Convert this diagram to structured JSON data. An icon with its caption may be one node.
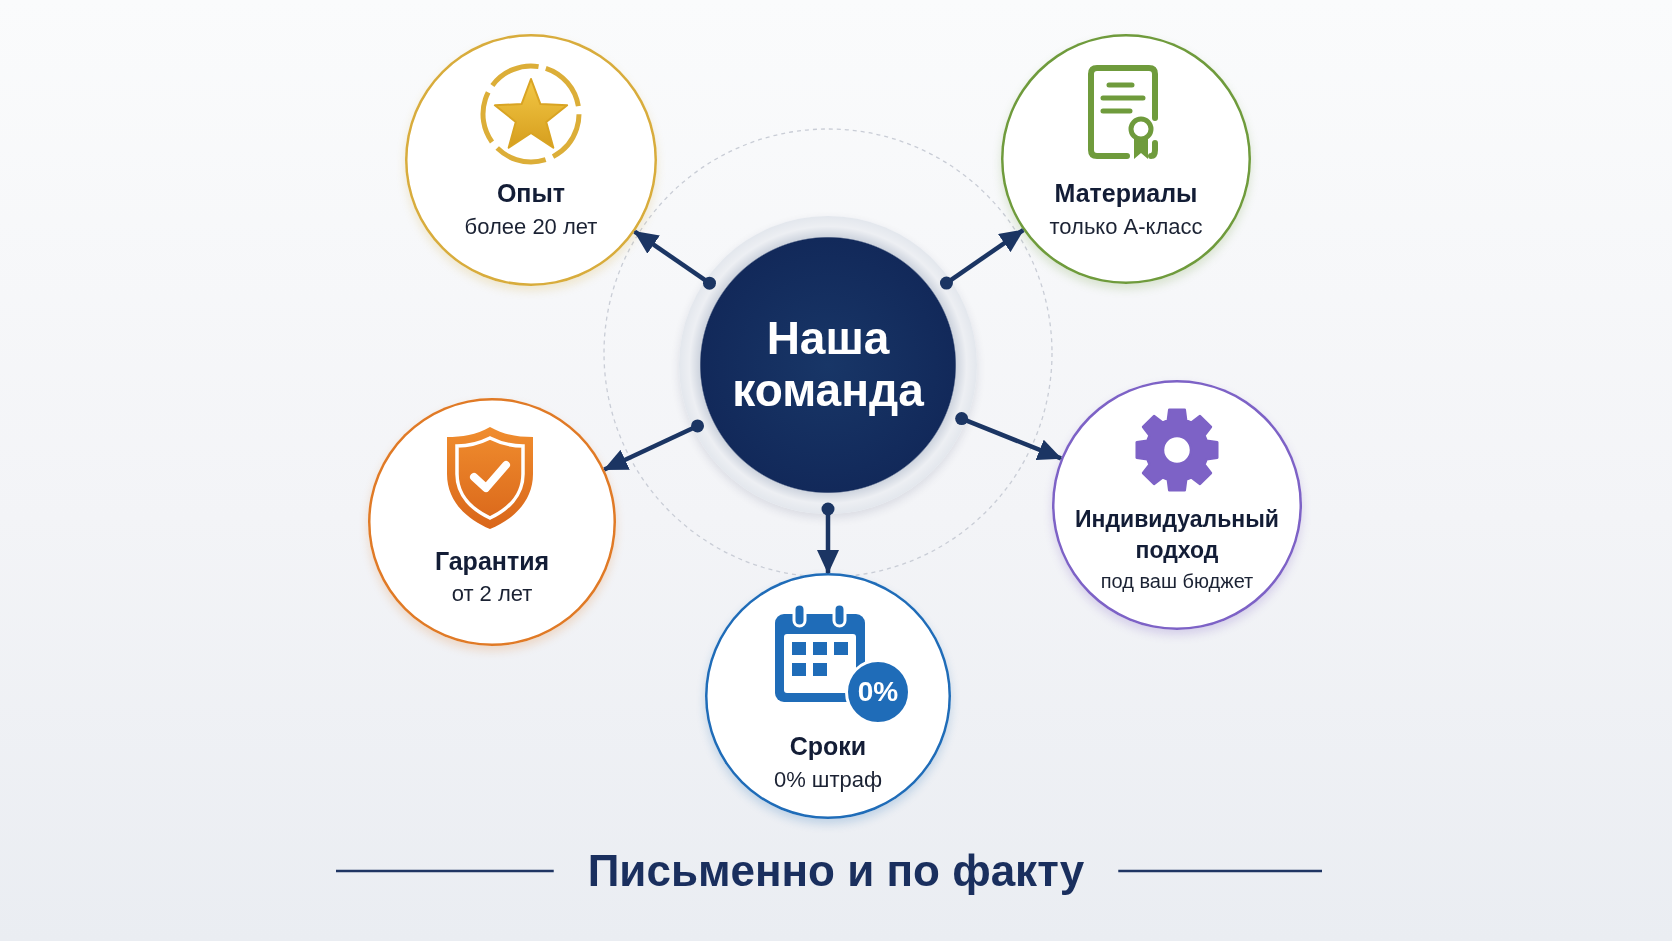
{
  "diagram": {
    "caption": "Письменно и по факту",
    "nodes": [
      {
        "text": [
          "Опыт",
          "более 20 лет"
        ]
      },
      {
        "text": [
          "Материалы",
          "только А-класс"
        ]
      },
      {
        "text": [
          "Наша команда"
        ]
      },
      {
        "text": [
          "Гарантия",
          "от 2 лет"
        ]
      },
      {
        "text": [
          "Индивидуальный подход",
          "под ваш бюджет"
        ]
      },
      {
        "text": [
          "0%",
          "Сроки",
          "0% штраф"
        ]
      }
    ],
    "edges": [
      {
        "from": 2,
        "to": 0,
        "arrow": "to"
      },
      {
        "from": 2,
        "to": 1,
        "arrow": "to"
      },
      {
        "from": 2,
        "to": 3,
        "arrow": "to"
      },
      {
        "from": 2,
        "to": 4,
        "arrow": "to"
      },
      {
        "from": 2,
        "to": 5,
        "arrow": "to"
      }
    ]
  }
}
